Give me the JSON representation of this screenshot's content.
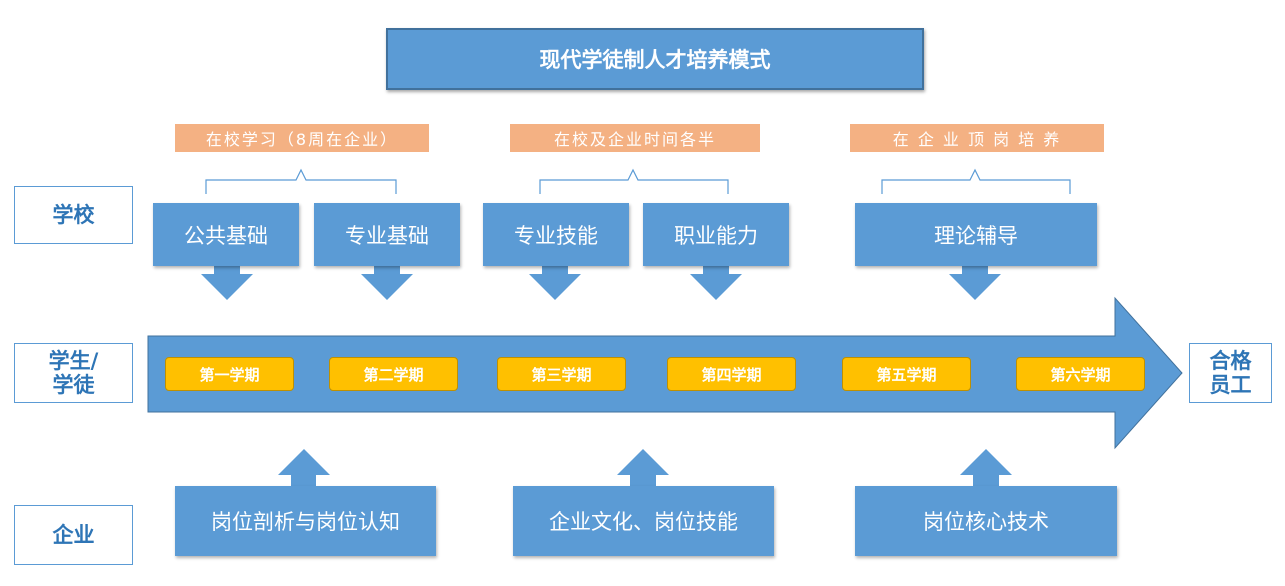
{
  "title": "现代学徒制人才培养模式",
  "phases": [
    "在校学习（8周在企业）",
    "在校及企业时间各半",
    "在 企 业 顶 岗 培 养"
  ],
  "row_labels": {
    "school": "学校",
    "student_line1": "学生/",
    "student_line2": "学徒",
    "enterprise": "企业"
  },
  "school_boxes": [
    "公共基础",
    "专业基础",
    "专业技能",
    "职业能力",
    "理论辅导"
  ],
  "semesters": [
    "第一学期",
    "第二学期",
    "第三学期",
    "第四学期",
    "第五学期",
    "第六学期"
  ],
  "enterprise_boxes": [
    "岗位剖析与岗位认知",
    "企业文化、岗位技能",
    "岗位核心技术"
  ],
  "result": {
    "line1": "合格",
    "line2": "员工"
  },
  "colors": {
    "blue": "#5b9bd5",
    "orange": "#f4b183",
    "gold": "#ffc000"
  }
}
